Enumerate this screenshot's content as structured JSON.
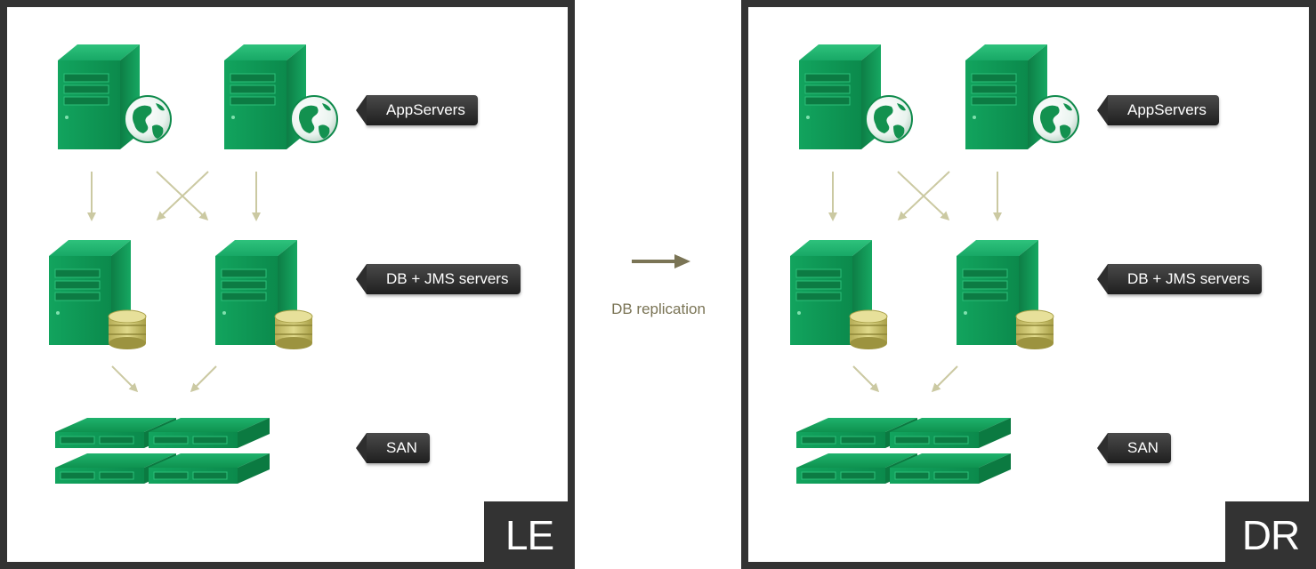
{
  "sites": [
    {
      "id": "le",
      "tag": "LE",
      "labels": {
        "app": "AppServers",
        "db": "DB + JMS servers",
        "san": "SAN"
      }
    },
    {
      "id": "dr",
      "tag": "DR",
      "labels": {
        "app": "AppServers",
        "db": "DB + JMS servers",
        "san": "SAN"
      }
    }
  ],
  "replication": {
    "label": "DB replication"
  },
  "colors": {
    "frame": "#333333",
    "server_green": "#159a5a",
    "flow_arrow": "#cbc9a2",
    "replication_arrow": "#7a7455",
    "db_gold": "#cfc773"
  },
  "icons": [
    "app-server-globe-icon",
    "db-server-disk-icon",
    "san-storage-icon"
  ]
}
